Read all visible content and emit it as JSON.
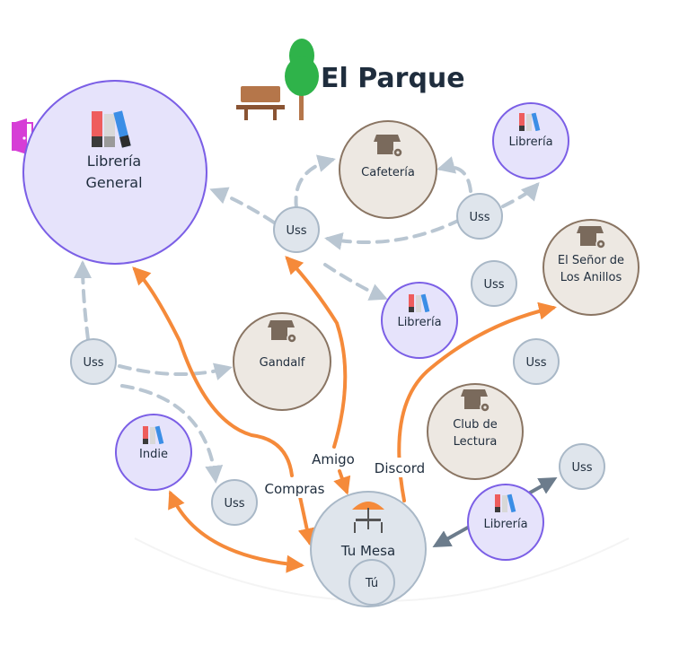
{
  "title": "El Parque",
  "colors": {
    "library_fill": "#e6e3fb",
    "library_stroke": "#7b5fe6",
    "place_fill": "#ede8e2",
    "place_stroke": "#8a7563",
    "user_fill": "#dfe5ec",
    "user_stroke": "#a9b8c7",
    "arrow_orange": "#f58a3a",
    "arrow_dashed": "#b9c6d2",
    "arrow_solid": "#6c7c8c"
  },
  "nodes": {
    "libreria_general": {
      "line1": "Librería",
      "line2": "General"
    },
    "libreria_top": {
      "label": "Librería"
    },
    "libreria_mid": {
      "label": "Librería"
    },
    "libreria_bottom": {
      "label": "Librería"
    },
    "indie": {
      "label": "Indie"
    },
    "cafeteria": {
      "label": "Cafetería"
    },
    "senor_anillos": {
      "line1": "El Señor de",
      "line2": "Los Anillos"
    },
    "gandalf": {
      "label": "Gandalf"
    },
    "club_lectura": {
      "line1": "Club de",
      "line2": "Lectura"
    },
    "tu_mesa": {
      "label": "Tu Mesa"
    },
    "tu": {
      "label": "Tú"
    },
    "uss": "Uss"
  },
  "edges": {
    "amigo": "Amigo",
    "discord": "Discord",
    "compras": "Compras"
  }
}
